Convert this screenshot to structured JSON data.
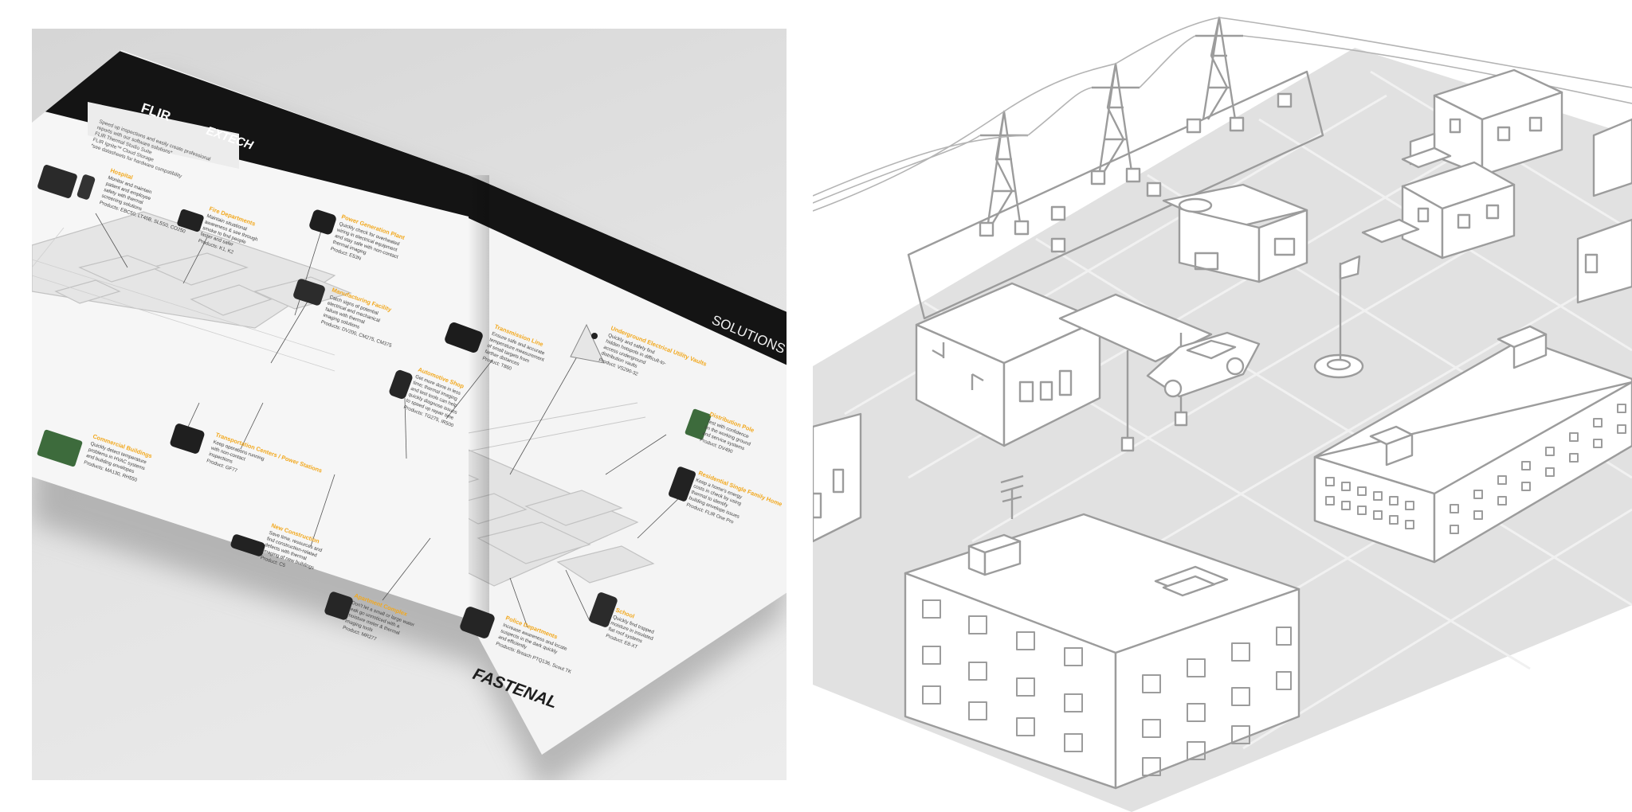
{
  "brochure": {
    "logos": {
      "flir": "FLIR",
      "extech": "EXTECH",
      "fastenal": "FASTENAL"
    },
    "header_title": "SOLUTIONS GUIDE",
    "intro_lines": [
      "Speed up inspections and easily create professional",
      "reports with our software solutions*",
      "FLIR Thermal Studio Suite",
      "FLIR Ignite™ Cloud Storage",
      "*see datasheets for hardware compatibility"
    ],
    "left_callouts": [
      {
        "title": "Hospital",
        "body": [
          "Monitor and maintain",
          "patient and employee",
          "safety with thermal",
          "screening solutions"
        ],
        "products": "Products: EBC50, LT40B, SL5S0, CO250"
      },
      {
        "title": "Fire Departments",
        "body": [
          "Maintain situational",
          "awareness & see through",
          "smoke to find people",
          "faster and safer"
        ],
        "products": "Products: K1, K2"
      },
      {
        "title": "Power Generation Plant",
        "body": [
          "Quickly check for overheated",
          "wiring in electrical equipment",
          "and stay safe with non-contact",
          "thermal imaging"
        ],
        "products": "Product: E53N"
      },
      {
        "title": "Manufacturing Facility",
        "body": [
          "Catch signs of potential",
          "electrical and mechanical",
          "failure with thermal",
          "imaging solutions"
        ],
        "products": "Products: DV200, CM275, CM375"
      },
      {
        "title": "Commercial Buildings",
        "body": [
          "Quickly detect temperature",
          "problems in HVAC systems",
          "and building envelopes"
        ],
        "products": "Products: MA130, RH550"
      },
      {
        "title": "Transportation Centers / Power Stations",
        "body": [
          "Keep operations running",
          "with non-contact",
          "inspections"
        ],
        "products": "Product: GF77"
      }
    ],
    "right_callouts": [
      {
        "title": "Transmission Line",
        "body": [
          "Ensure safe and accurate",
          "temperature measurement",
          "of small targets from",
          "farther distances"
        ],
        "products": "Product: T860"
      },
      {
        "title": "Underground Electrical Utility Vaults",
        "body": [
          "Quickly and safely find",
          "hidden hotspots in difficult-to-",
          "access underground",
          "distribution vaults"
        ],
        "products": "Product: VS290-32"
      },
      {
        "title": "Automotive Shop",
        "body": [
          "Get more done in less",
          "time; thermal imaging",
          "and test tools can help",
          "quickly diagnose issues",
          "to speed up repair time"
        ],
        "products": "Products: TG275, IR500"
      },
      {
        "title": "Distribution Pole",
        "body": [
          "Test with confidence",
          "on the working ground",
          "and service systems"
        ],
        "products": "Product: DV490"
      },
      {
        "title": "Residential Single Family Home",
        "body": [
          "Keep a home's energy",
          "costs in check by using",
          "thermal to identify",
          "building envelope issues"
        ],
        "products": "Product: FLIR One Pro"
      },
      {
        "title": "New Construction",
        "body": [
          "Save time, resources and",
          "find construction-related",
          "defects with thermal",
          "imaging of new buildings"
        ],
        "products": "Product: C5"
      },
      {
        "title": "Apartment Complex",
        "body": [
          "Don't let a small or large water",
          "leak go unnoticed with a",
          "moisture meter & thermal",
          "imaging tools"
        ],
        "products": "Product: MR277"
      },
      {
        "title": "Police Departments",
        "body": [
          "Increase awareness and locate",
          "suspects in the dark quickly",
          "and efficiently"
        ],
        "products": "Products: Breach PTQ136, Scout TK"
      },
      {
        "title": "School",
        "body": [
          "Quickly find trapped",
          "moisture in insulated",
          "flat roof systems"
        ],
        "products": "Product: E8-XT"
      }
    ]
  },
  "colors": {
    "accent": "#f2a81d",
    "header": "#151515",
    "page": "#f7f7f7",
    "line_art": "#a8a8a8",
    "ground": "#e1e1e1"
  }
}
